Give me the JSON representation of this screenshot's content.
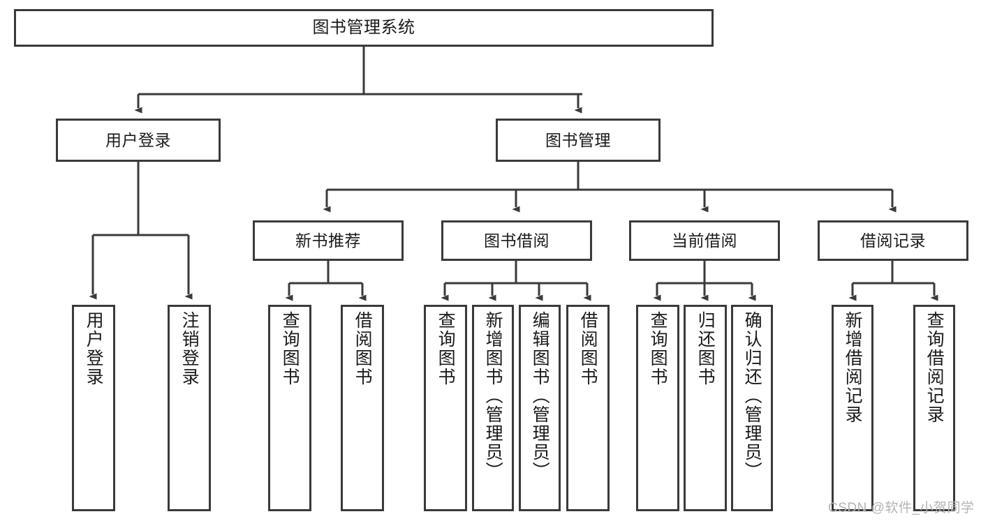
{
  "diagram": {
    "type": "hierarchy-tree",
    "title": "图书管理系统",
    "root": {
      "label": "图书管理系统"
    },
    "level2": [
      {
        "label": "用户登录"
      },
      {
        "label": "图书管理"
      }
    ],
    "level3": [
      {
        "label": "新书推荐"
      },
      {
        "label": "图书借阅"
      },
      {
        "label": "当前借阅"
      },
      {
        "label": "借阅记录"
      }
    ],
    "leaves": {
      "user_login": [
        {
          "label": "用户登录"
        },
        {
          "label": "注销登录"
        }
      ],
      "new_book_recommend": [
        {
          "label": "查询图书"
        },
        {
          "label": "借阅图书"
        }
      ],
      "book_borrow": [
        {
          "label": "查询图书"
        },
        {
          "label": "新增图书（管理员）"
        },
        {
          "label": "编辑图书（管理员）"
        },
        {
          "label": "借阅图书"
        }
      ],
      "current_borrow": [
        {
          "label": "查询图书"
        },
        {
          "label": "归还图书"
        },
        {
          "label": "确认归还（管理员）"
        }
      ],
      "borrow_record": [
        {
          "label": "新增借阅记录"
        },
        {
          "label": "查询借阅记录"
        }
      ]
    },
    "colors": {
      "stroke": "#3a3a3a",
      "fill": "#ffffff",
      "text": "#1a1a1a",
      "watermark": "#b3b3b3"
    }
  },
  "watermark": {
    "text": "CSDN @软件_小贺同学"
  }
}
